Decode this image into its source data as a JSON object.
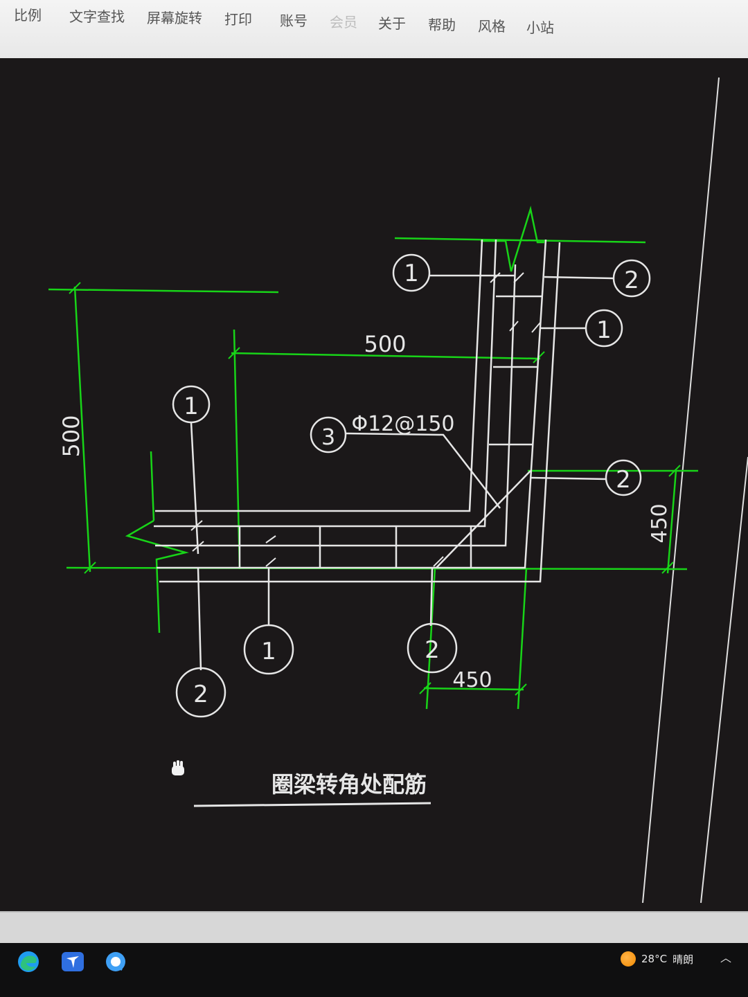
{
  "toolbar": {
    "items": [
      "比例",
      "文字查找",
      "屏幕旋转",
      "打印",
      "账号",
      "会员",
      "关于",
      "帮助",
      "风格",
      "小站"
    ]
  },
  "drawing": {
    "title": "圈梁转角处配筋",
    "rebar_spec": "Φ12@150",
    "dim_top": "500",
    "dim_left": "500",
    "dim_right": "450",
    "dim_bottom": "450",
    "tag_1": "1",
    "tag_2": "2",
    "tag_3": "3",
    "line_color": "#18d418",
    "bar_color": "#e6e6e6"
  },
  "taskbar": {
    "temperature": "28°C",
    "weather": "晴朗",
    "icons": [
      "edge-icon",
      "app-icon",
      "browser-icon"
    ]
  }
}
